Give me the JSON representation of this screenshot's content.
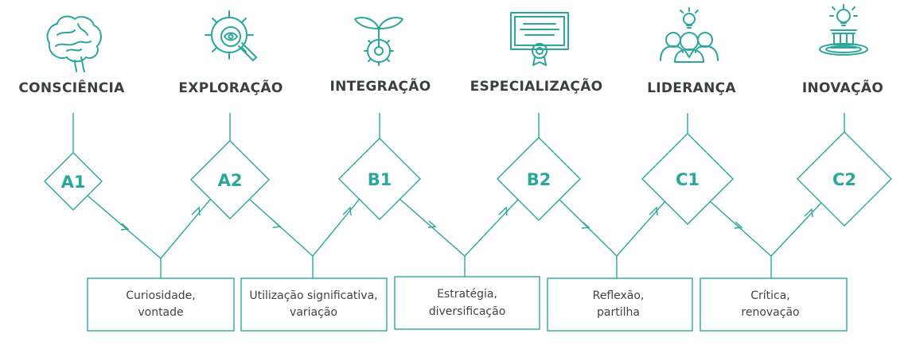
{
  "colors": {
    "accent": "#2aa79b",
    "title_text": "#3a3f41",
    "body_text": "#3f4446"
  },
  "stages": [
    {
      "title": "CONSCIÊNCIA",
      "level": "A1",
      "icon": "brain-icon"
    },
    {
      "title": "EXPLORAÇÃO",
      "level": "A2",
      "icon": "gear-magnifier-icon"
    },
    {
      "title": "INTEGRAÇÃO",
      "level": "B1",
      "icon": "sprout-gear-icon"
    },
    {
      "title": "ESPECIALIZAÇÃO",
      "level": "B2",
      "icon": "certificate-icon"
    },
    {
      "title": "LIDERANÇA",
      "level": "C1",
      "icon": "leader-group-icon"
    },
    {
      "title": "INOVAÇÃO",
      "level": "C2",
      "icon": "lightbulb-pedestal-icon"
    }
  ],
  "boxes": [
    {
      "line1": "Curiosidade,",
      "line2": "vontade"
    },
    {
      "line1": "Utilização significativa,",
      "line2": "variação"
    },
    {
      "line1": "Estratégia,",
      "line2": "diversificação"
    },
    {
      "line1": "Reflexão,",
      "line2": "partilha"
    },
    {
      "line1": "Crítica,",
      "line2": "renovação"
    }
  ]
}
